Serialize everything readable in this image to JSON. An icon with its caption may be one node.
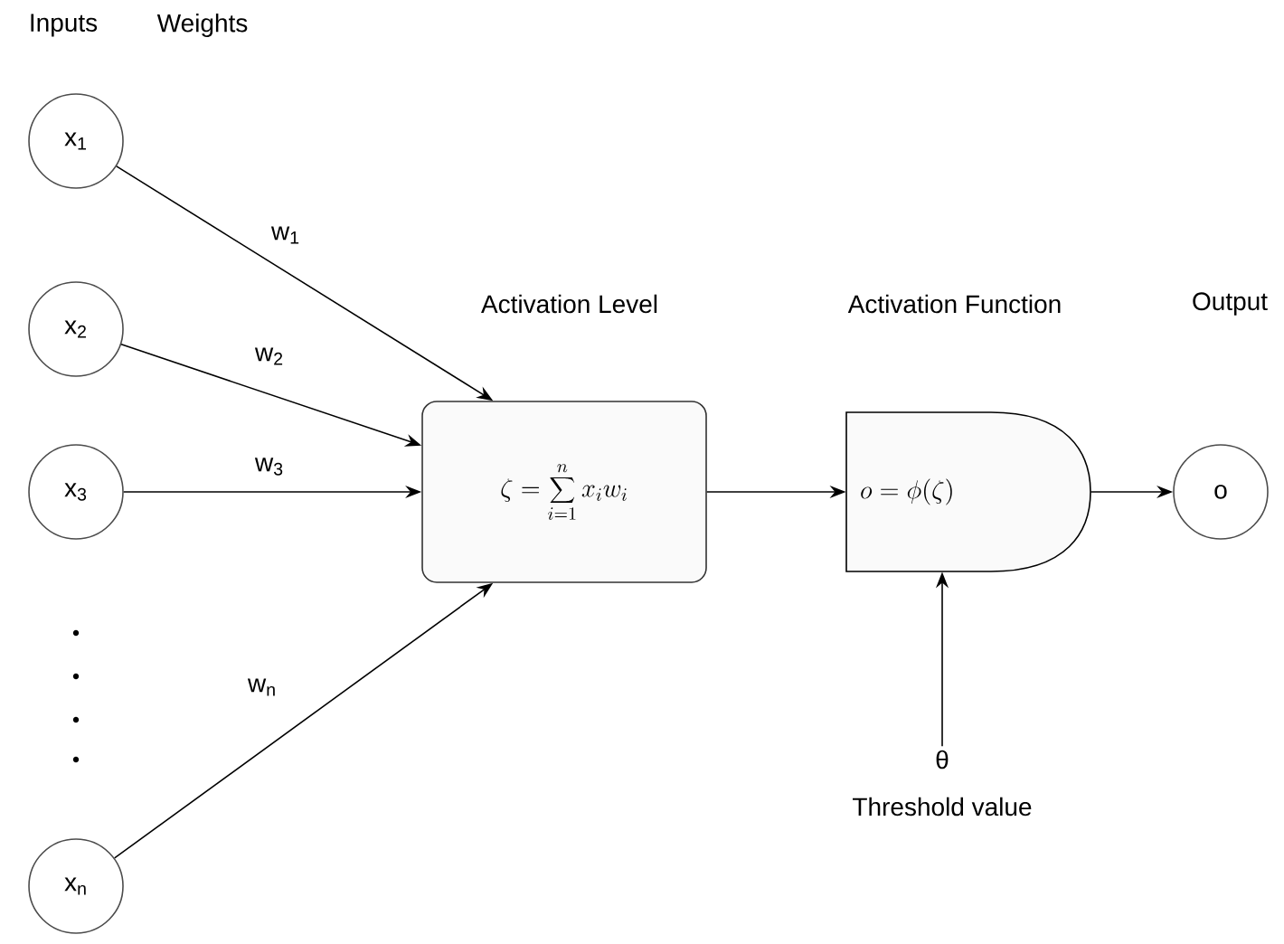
{
  "diagram": {
    "nodes": [
      {
        "text": [
          "x$_{1}$"
        ]
      },
      {
        "text": [
          "x$_{2}$"
        ]
      },
      {
        "text": [
          "x$_{3}$"
        ]
      },
      {
        "text": [
          "x$_{n}$"
        ]
      },
      {
        "text": [
          "\\zeta = \\sum_{i=1}^{n} x_i w_i"
        ]
      },
      {
        "text": [
          "o = \\phi(\\zeta)"
        ]
      },
      {
        "text": [
          "o"
        ]
      },
      {
        "text": [
          "θ"
        ],
        "beside": [
          "Threshold value"
        ]
      }
    ],
    "edges": [
      {
        "from": 0,
        "to": 4,
        "arrow": "to",
        "label": "w$_{1}$"
      },
      {
        "from": 1,
        "to": 4,
        "arrow": "to",
        "label": "w$_{2}$"
      },
      {
        "from": 2,
        "to": 4,
        "arrow": "to",
        "label": "w$_{3}$"
      },
      {
        "from": 3,
        "to": 4,
        "arrow": "to",
        "label": "w$_{n}$"
      },
      {
        "from": 4,
        "to": 5,
        "arrow": "to"
      },
      {
        "from": 5,
        "to": 6,
        "arrow": "to"
      },
      {
        "from": 7,
        "to": 5,
        "arrow": "to"
      }
    ],
    "labels": [
      "Inputs",
      "Weights",
      "Activation Level",
      "Activation Function",
      "Output"
    ]
  }
}
